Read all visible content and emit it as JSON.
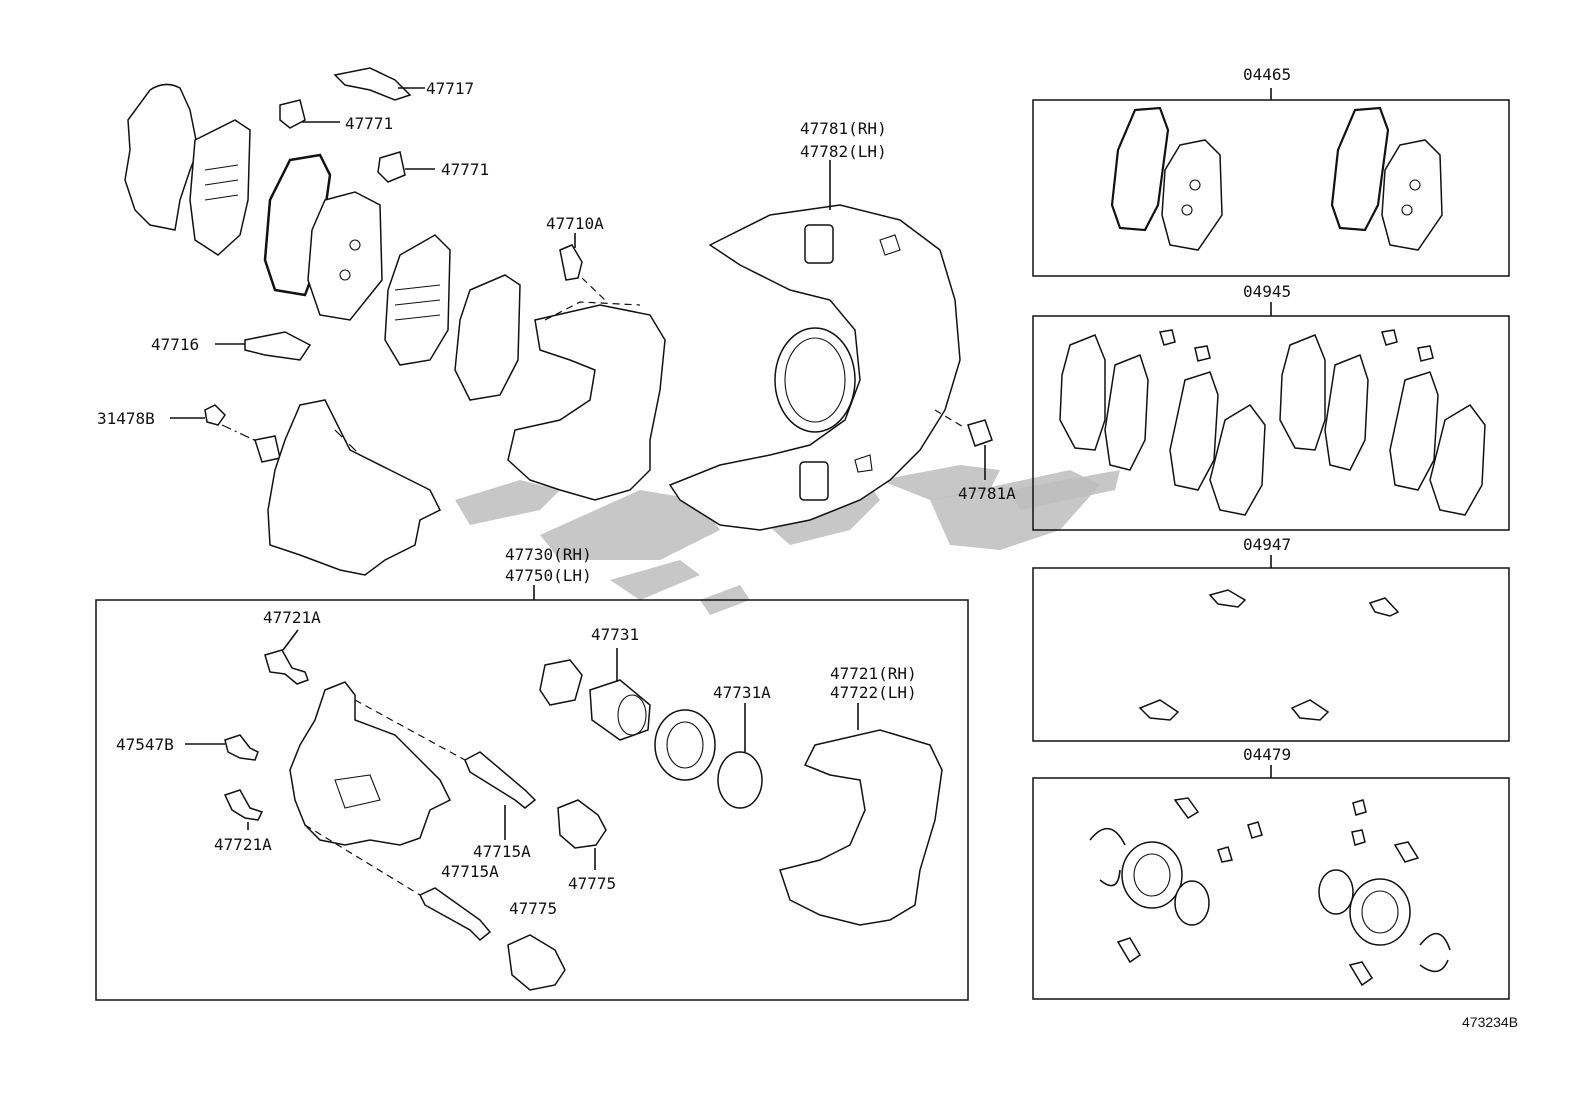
{
  "diagram": {
    "ref_code": "473234B",
    "colors": {
      "line": "#111111",
      "watermark": "#bdbdbd",
      "background": "#ffffff"
    },
    "labels": {
      "p47717": "47717",
      "p47771a": "47771",
      "p47771b": "47771",
      "p47716": "47716",
      "p31478B": "31478B",
      "p47710A": "47710A",
      "p47781rh": "47781(RH)",
      "p47782lh": "47782(LH)",
      "p47781A": "47781A",
      "p47730rh": "47730(RH)",
      "p47750lh": "47750(LH)",
      "p47721A_top": "47721A",
      "p47547B": "47547B",
      "p47721A_bot": "47721A",
      "p47715A_a": "47715A",
      "p47715A_b": "47715A",
      "p47775_a": "47775",
      "p47775_b": "47775",
      "p47731": "47731",
      "p47731A": "47731A",
      "p47721rh": "47721(RH)",
      "p47722lh": "47722(LH)",
      "k04465": "04465",
      "k04945": "04945",
      "k04947": "04947",
      "k04479": "04479"
    }
  }
}
